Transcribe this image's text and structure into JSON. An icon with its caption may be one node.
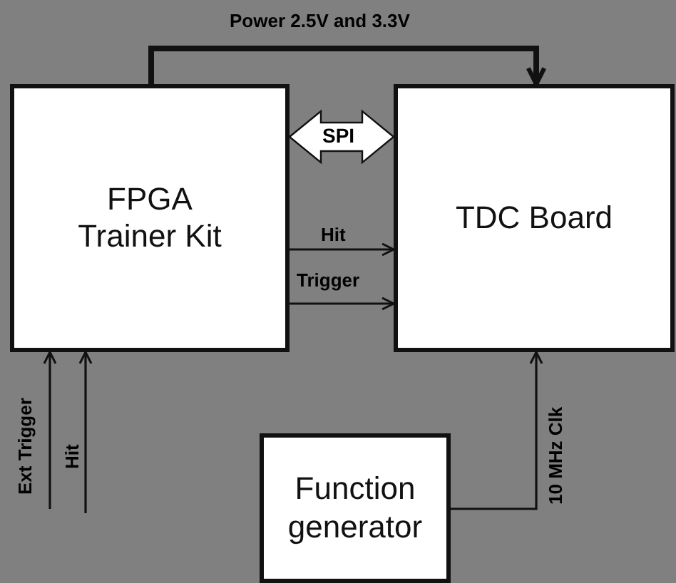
{
  "diagram": {
    "nodes": [
      {
        "text": [
          "FPGA Trainer Kit"
        ]
      },
      {
        "text": [
          "TDC Board"
        ]
      },
      {
        "text": [
          "Function generator"
        ]
      }
    ],
    "edges": [
      {
        "from": 0,
        "to": 1,
        "arrow": "to",
        "label": "Power 2.5V and 3.3V",
        "style": "thick"
      },
      {
        "from": 0,
        "to": 1,
        "arrow": "both",
        "label": "SPI",
        "style": "thick",
        "color": "#ffffff"
      },
      {
        "from": 0,
        "to": 1,
        "arrow": "to",
        "label": "Hit"
      },
      {
        "from": 0,
        "to": 1,
        "arrow": "to",
        "label": "Trigger"
      },
      {
        "from": null,
        "to": 0,
        "arrow": "to",
        "label": "Ext Trigger"
      },
      {
        "from": null,
        "to": 0,
        "arrow": "to",
        "label": "Hit"
      },
      {
        "from": 2,
        "to": 1,
        "arrow": "to",
        "label": "10 MHz Clk"
      }
    ]
  }
}
